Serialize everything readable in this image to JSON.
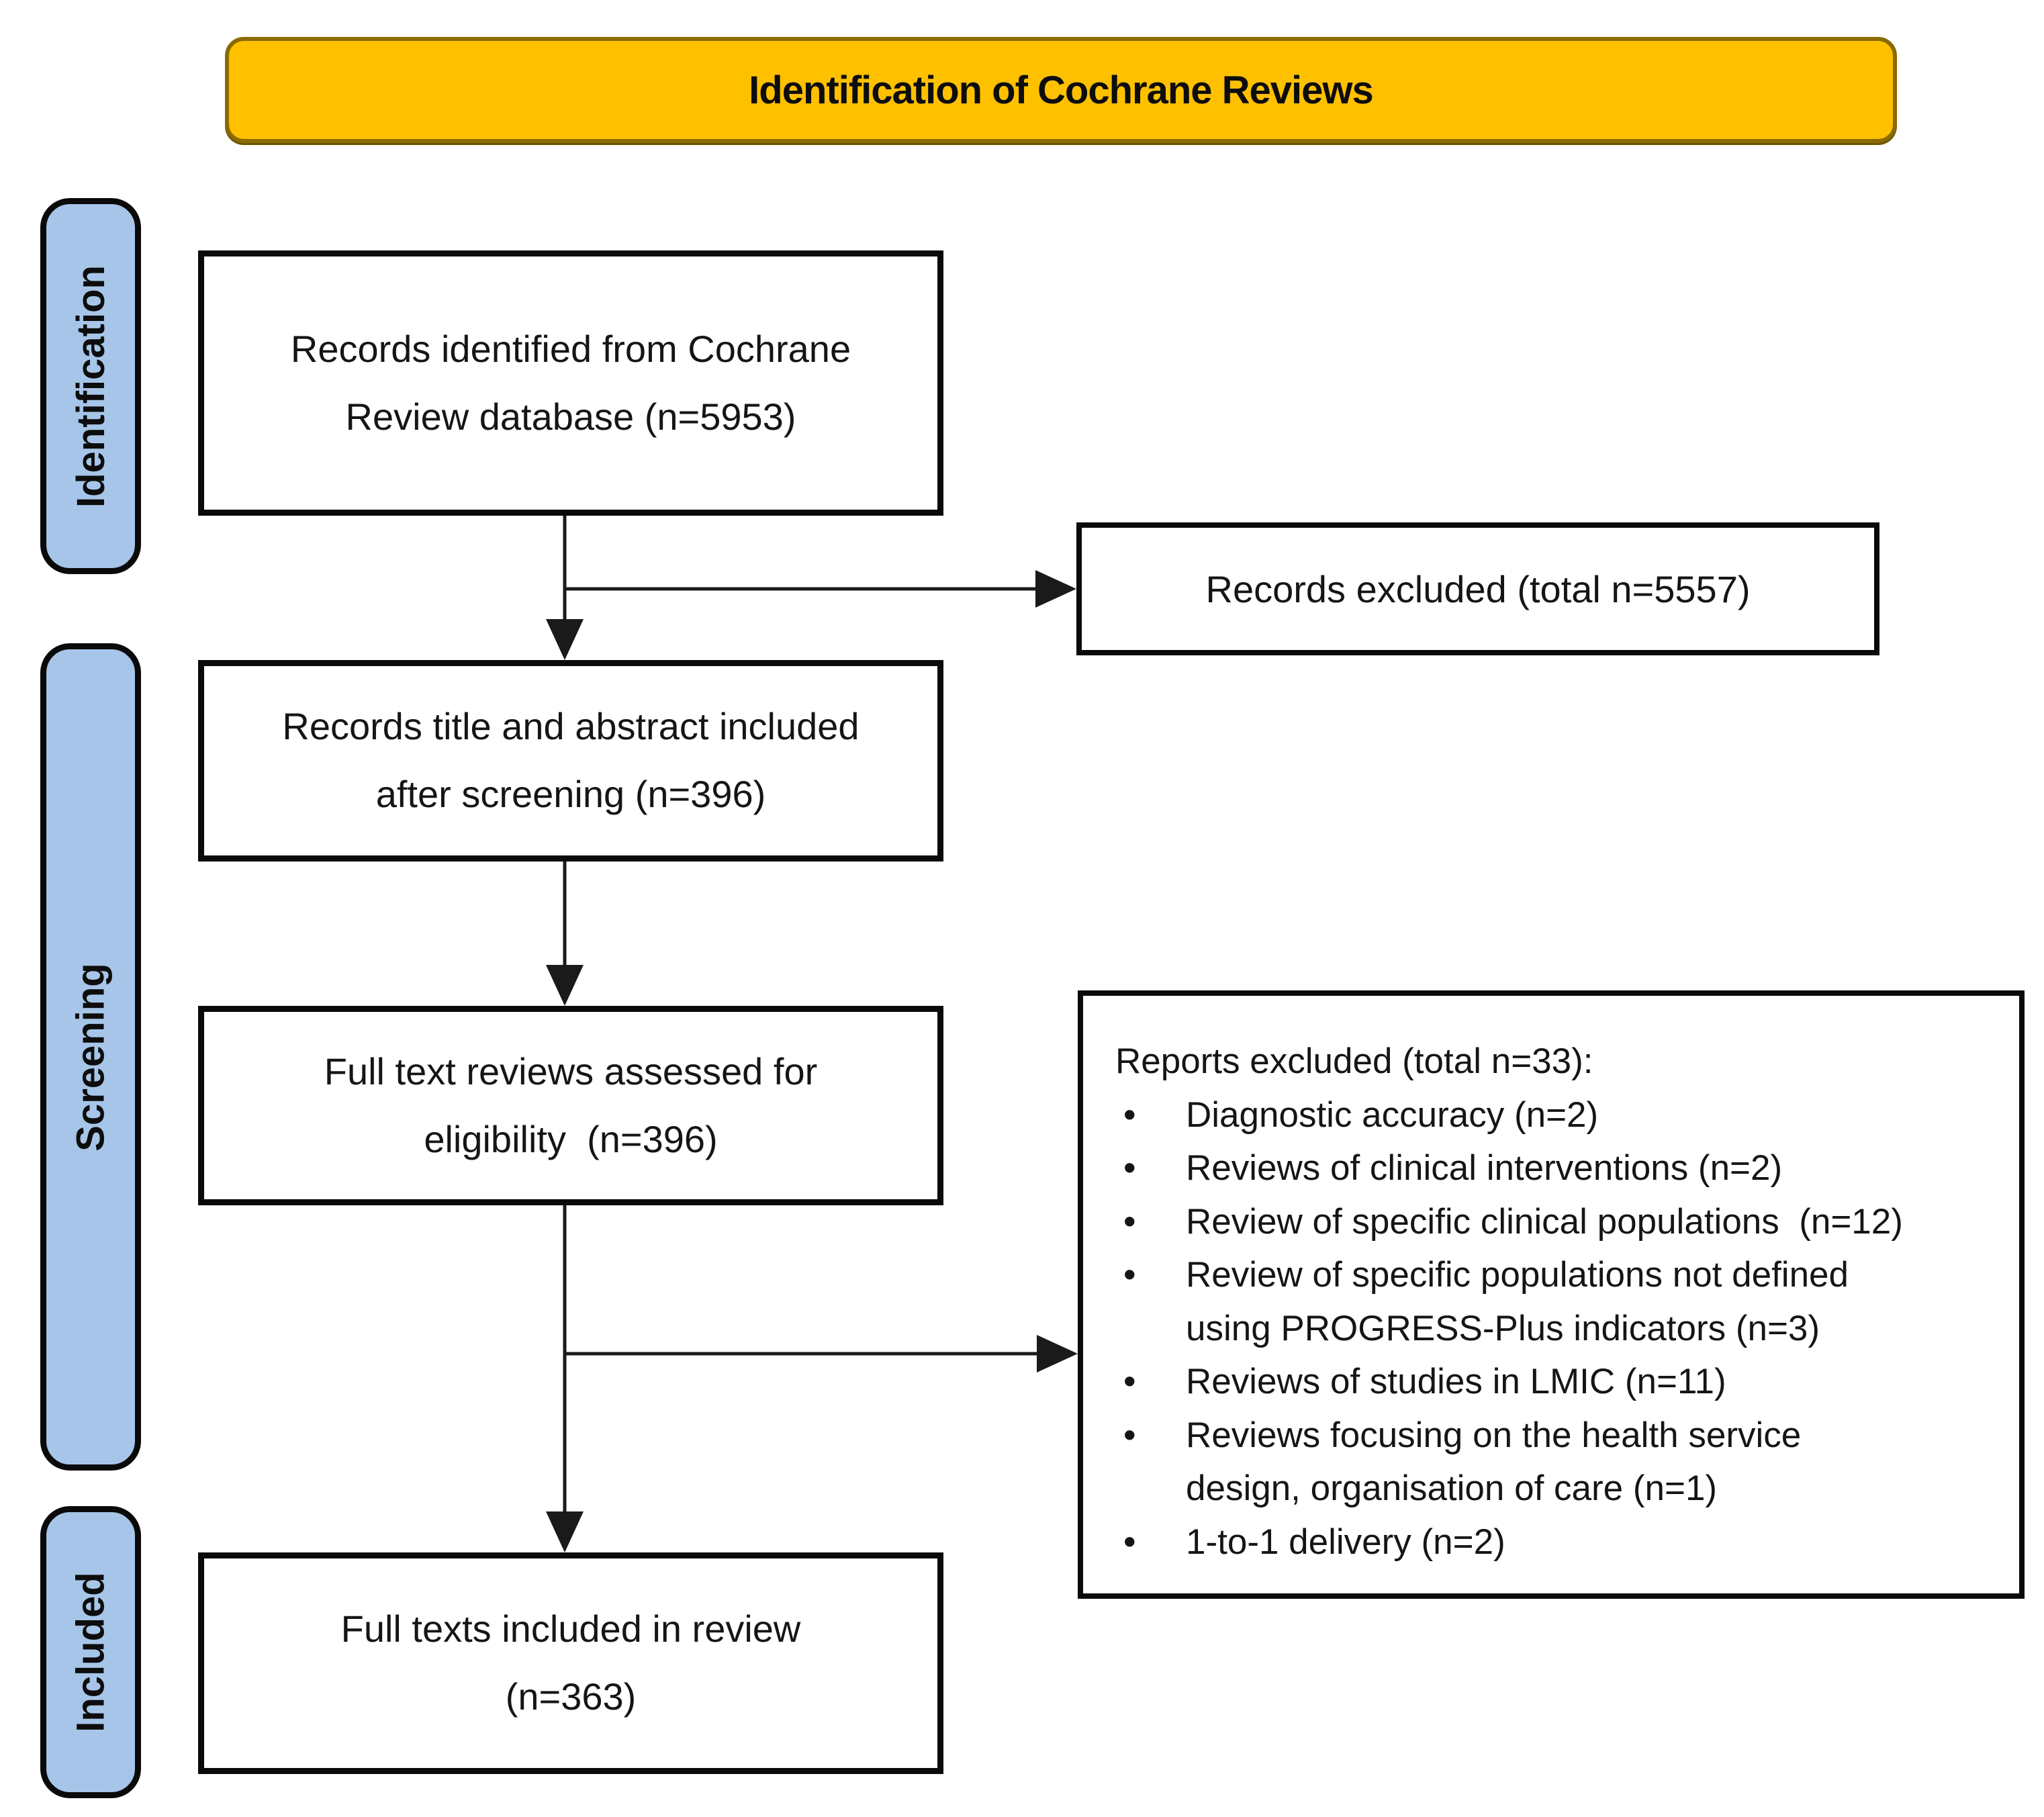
{
  "diagram": {
    "title": "Identification of Cochrane Reviews",
    "stages": [
      {
        "label": "Identification"
      },
      {
        "label": "Screening"
      },
      {
        "label": "Included"
      }
    ],
    "flow": [
      {
        "text": "Records identified from Cochrane\nReview database (n=5953)"
      },
      {
        "text": "Records title and abstract included\nafter screening (n=396)"
      },
      {
        "text": "Full text reviews assessed for\neligibility  (n=396)"
      },
      {
        "text": "Full texts included in review\n(n=363)"
      }
    ],
    "records_excluded": {
      "text": "Records excluded (total n=5557)"
    },
    "reports_excluded": {
      "heading": "Reports excluded (total n=33):",
      "bullets": [
        "Diagnostic accuracy (n=2)",
        "Reviews of clinical interventions (n=2)",
        "Review of specific clinical populations  (n=12)",
        "Review of specific populations not defined\nusing PROGRESS-Plus indicators (n=3)",
        "Reviews of studies in LMIC (n=11)",
        "Reviews focusing on the health service\ndesign, organisation of care (n=1)",
        "1-to-1 delivery (n=2)"
      ]
    },
    "colors": {
      "banner_fill": "#FFC000",
      "banner_border": "#8A6A00",
      "stage_fill": "#A6C5E8",
      "box_border": "#000000",
      "arrow": "#1A1A1A"
    }
  }
}
